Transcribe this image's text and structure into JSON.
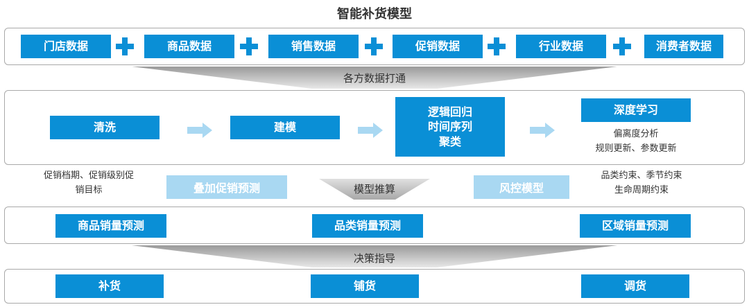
{
  "title": "智能补货模型",
  "data_sources": [
    "门店数据",
    "商品数据",
    "销售数据",
    "促销数据",
    "行业数据",
    "消费者数据"
  ],
  "funnel1_label": "各方数据打通",
  "models": {
    "clean": "清洗",
    "build": "建模",
    "algos": [
      "逻辑回归",
      "时间序列",
      "聚类"
    ],
    "deep": "深度学习",
    "deep_notes": [
      "偏离度分析",
      "规则更新、参数更新"
    ]
  },
  "left_note": [
    "促销档期、促销级别促",
    "销目标"
  ],
  "overlay_promo": "叠加促销预测",
  "middle_label": "模型推算",
  "risk_model": "风控模型",
  "right_note": [
    "品类约束、季节约束",
    "生命周期约束"
  ],
  "forecasts": [
    "商品销量预测",
    "品类销量预测",
    "区域销量预测"
  ],
  "funnel2_label": "决策指导",
  "actions": [
    "补货",
    "铺货",
    "调货"
  ],
  "colors": {
    "primary_blue": "#0a8fd6",
    "light_blue": "#a9d8f2",
    "funnel_gray": "#c8c8c8"
  }
}
